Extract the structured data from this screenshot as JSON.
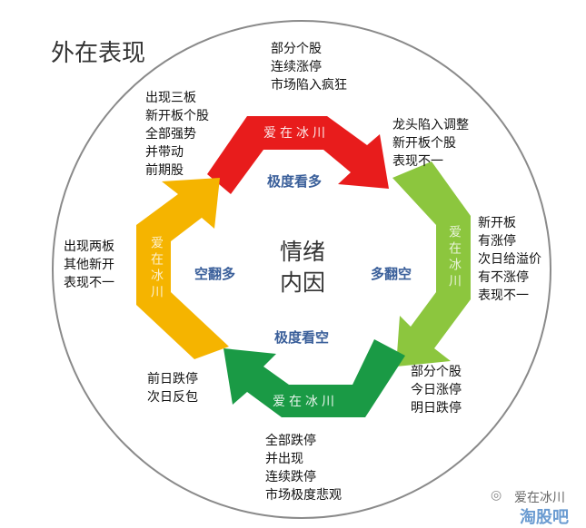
{
  "title": "外在表现",
  "center": {
    "line1": "情绪",
    "line2": "内因"
  },
  "phases": {
    "top": "极度看多",
    "right": "多翻空",
    "bottom": "极度看空",
    "left": "空翻多"
  },
  "arrow_labels": {
    "red": "爱在冰川",
    "green": "爱在冰川",
    "light_green": "爱在冰川",
    "orange": "爱在冰川"
  },
  "colors": {
    "red": "#e81c1c",
    "light_green": "#8cc63e",
    "green": "#1a9a45",
    "orange": "#f5b400",
    "circle": "#8a8a8a"
  },
  "notes": {
    "top": [
      "部分个股",
      "连续涨停",
      "市场陷入疯狂"
    ],
    "top_left": [
      "出现三板",
      "新开板个股",
      "全部强势",
      "并带动",
      "前期股"
    ],
    "top_right": [
      "龙头陷入调整",
      "新开板个股",
      "表现不一"
    ],
    "right": [
      "新开板",
      "有涨停",
      "次日给溢价",
      "有不涨停",
      "表现不一"
    ],
    "left": [
      "出现两板",
      "其他新开",
      "表现不一"
    ],
    "bottom_right": [
      "部分个股",
      "今日涨停",
      "明日跌停"
    ],
    "bottom_left": [
      "前日跌停",
      "次日反包"
    ],
    "bottom": [
      "全部跌停",
      "并出现",
      "连续跌停",
      "市场极度悲观"
    ]
  },
  "watermark": {
    "top": "爱在冰川",
    "bottom": "淘股吧"
  }
}
